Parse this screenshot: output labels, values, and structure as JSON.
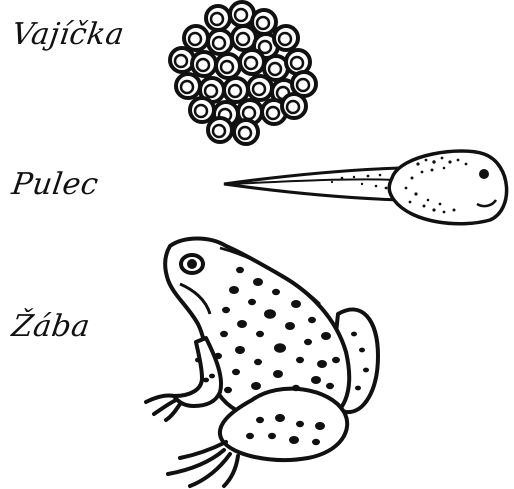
{
  "labels": {
    "eggs": "Vajíčka",
    "tadpole": "Pulec",
    "frog": "Žába"
  },
  "illustrations": {
    "eggs": "frog-eggs-cluster-icon",
    "tadpole": "tadpole-icon",
    "frog": "frog-icon"
  },
  "colors": {
    "ink": "#111111",
    "paper": "#ffffff"
  }
}
